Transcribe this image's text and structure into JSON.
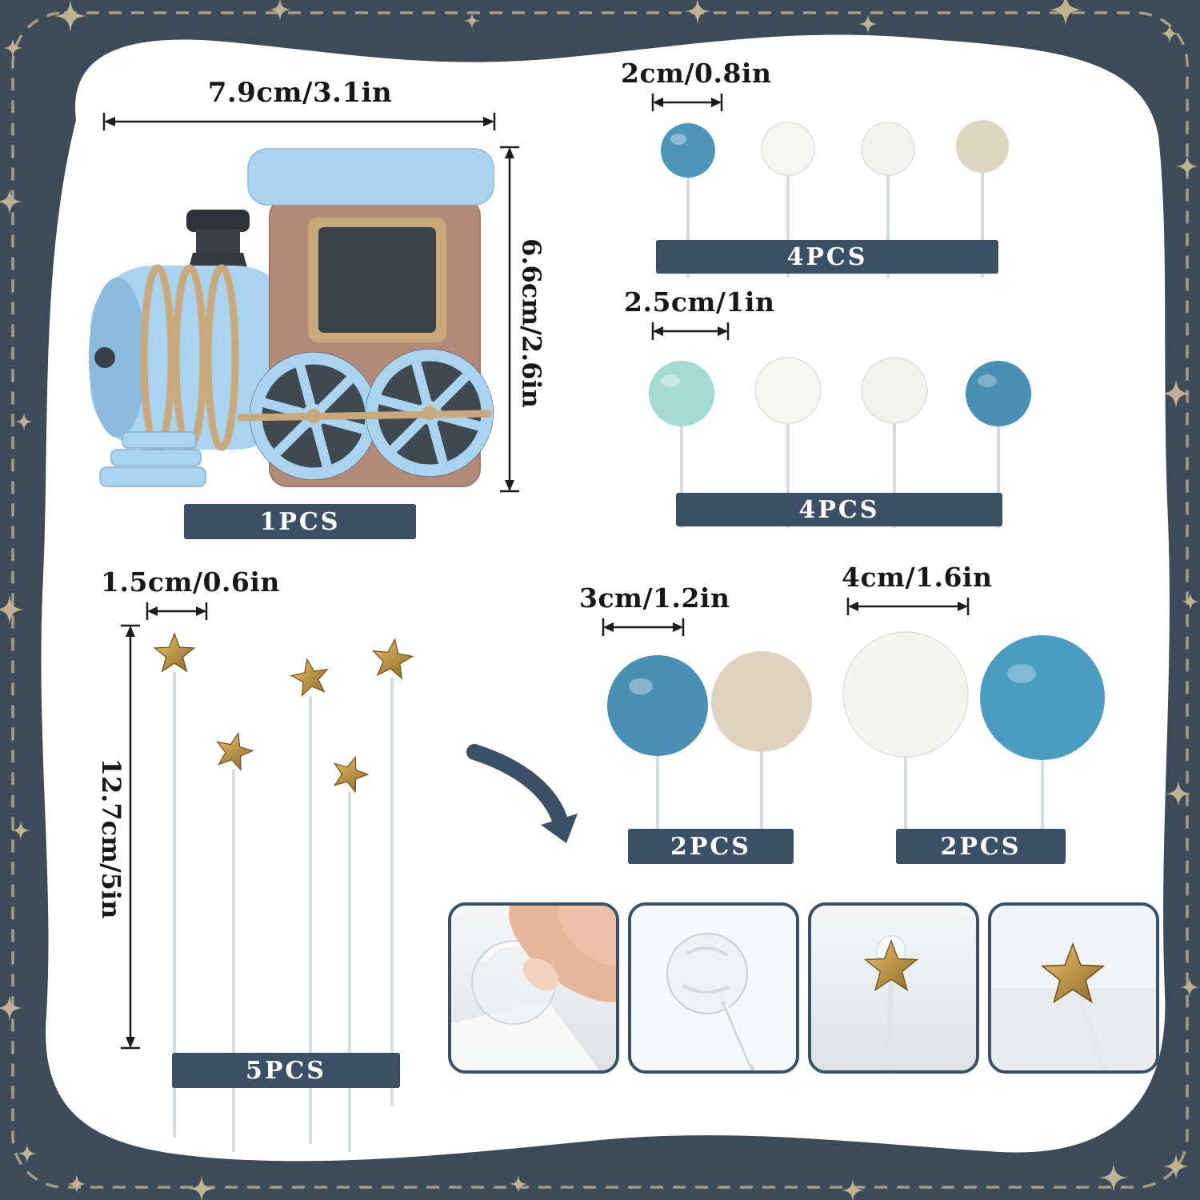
{
  "product": {
    "train": {
      "width_label": "7.9cm/3.1in",
      "height_label": "6.6cm/2.6in",
      "count_label": "1PCS"
    },
    "balls_2cm": {
      "size_label": "2cm/0.8in",
      "count_label": "4PCS",
      "colors": [
        "#4e96b8",
        "#f5f5f3",
        "#f2f2f0",
        "#ded5c1"
      ]
    },
    "balls_2_5cm": {
      "size_label": "2.5cm/1in",
      "count_label": "4PCS",
      "colors": [
        "#a4dbd2",
        "#f5f5f3",
        "#f2f2f0",
        "#4891b4"
      ]
    },
    "star_picks": {
      "size_label": "1.5cm/0.6in",
      "height_label": "12.7cm/5in",
      "count_label": "5PCS"
    },
    "balls_3cm": {
      "size_label": "3cm/1.2in",
      "count_label": "2PCS",
      "colors": [
        "#4891b4",
        "#ddd3bf"
      ]
    },
    "balls_4cm": {
      "size_label": "4cm/1.6in",
      "count_label": "2PCS",
      "colors": [
        "#f4f4f2",
        "#4b9cc0"
      ]
    }
  },
  "thumbnails": [
    "finger-pressing-adhesive",
    "clear-glue-dot",
    "gold-star-pick",
    "gold-star-pick-closeup"
  ],
  "theme": {
    "background": "#3d4b59",
    "panel": "#ffffff",
    "badge": "#3a5064",
    "sparkle": "#c0b393",
    "gold": "#c09a4a",
    "train_blue": "#a9d3ee",
    "train_brown": "#b18a79",
    "dimension_ink": "#1b1c1e"
  }
}
